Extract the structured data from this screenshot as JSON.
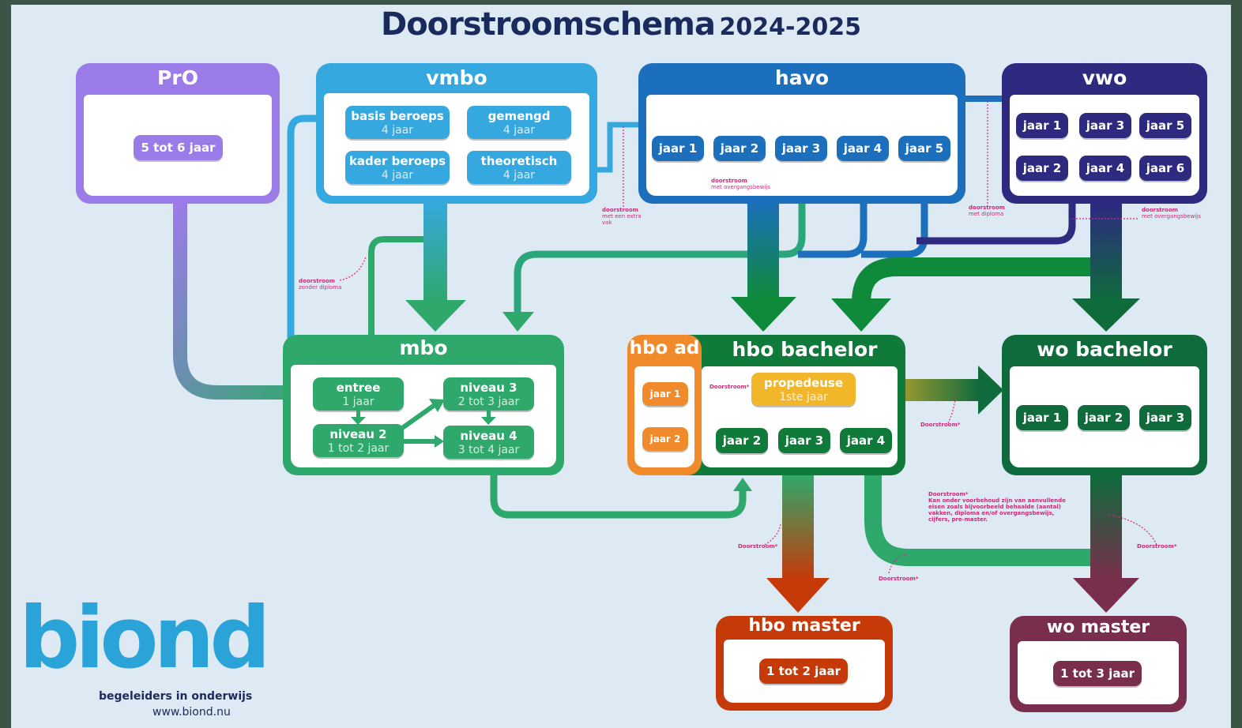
{
  "title": {
    "main": "Doorstroomschema",
    "year": "2024-2025"
  },
  "colors": {
    "pro": "#9b7be8",
    "vmbo": "#36a8e0",
    "havo": "#1b6fbd",
    "vwo": "#2d2a80",
    "mbo": "#2fa86b",
    "hbo_bachelor": "#0f7a3a",
    "hbo_ad": "#f08a2a",
    "wo_bachelor": "#0f6b3c",
    "hbo_master": "#c63a0a",
    "wo_master": "#7a2e4d",
    "propedeuse": "#f2b62a",
    "note": "#d6267a"
  },
  "pro": {
    "label": "PrO",
    "duration": "5 tot 6 jaar"
  },
  "vmbo": {
    "label": "vmbo",
    "tracks": [
      {
        "name": "basis beroeps",
        "years": "4 jaar"
      },
      {
        "name": "gemengd",
        "years": "4 jaar"
      },
      {
        "name": "kader beroeps",
        "years": "4 jaar"
      },
      {
        "name": "theoretisch",
        "years": "4 jaar"
      }
    ]
  },
  "havo": {
    "label": "havo",
    "years": [
      "jaar 1",
      "jaar 2",
      "jaar 3",
      "jaar 4",
      "jaar 5"
    ]
  },
  "vwo": {
    "label": "vwo",
    "years": [
      "jaar 1",
      "jaar 3",
      "jaar 5",
      "jaar 2",
      "jaar 4",
      "jaar 6"
    ]
  },
  "mbo": {
    "label": "mbo",
    "levels": [
      {
        "name": "entree",
        "years": "1 jaar"
      },
      {
        "name": "niveau 3",
        "years": "2 tot 3 jaar"
      },
      {
        "name": "niveau 2",
        "years": "1 tot 2 jaar"
      },
      {
        "name": "niveau 4",
        "years": "3 tot 4 jaar"
      }
    ]
  },
  "hbo_ad": {
    "label": "hbo ad",
    "years": [
      "jaar 1",
      "jaar 2"
    ]
  },
  "hbo_bachelor": {
    "label": "hbo bachelor",
    "propedeuse": {
      "name": "propedeuse",
      "years": "1ste jaar"
    },
    "years": [
      "jaar 2",
      "jaar 3",
      "jaar 4"
    ]
  },
  "wo_bachelor": {
    "label": "wo bachelor",
    "years": [
      "jaar 1",
      "jaar 2",
      "jaar 3"
    ]
  },
  "hbo_master": {
    "label": "hbo master",
    "duration": "1 tot 2 jaar"
  },
  "wo_master": {
    "label": "wo master",
    "duration": "1 tot 3 jaar"
  },
  "notes": {
    "zonder_diploma": {
      "title": "doorstroom",
      "text": "zonder diploma"
    },
    "extra_vak": {
      "title": "doorstroom",
      "text": "met een extra vak"
    },
    "havo_overgang": {
      "title": "doorstroom",
      "text": "met overgangsbewijs"
    },
    "met_diploma": {
      "title": "doorstroom",
      "text": "met diploma"
    },
    "vwo_overgang": {
      "title": "doorstroom",
      "text": "met overgangsbewijs"
    },
    "ad_doorstroom": "Doorstroom*",
    "hbo_wo": "Doorstroom*",
    "hbo_master": "Doorstroom*",
    "hbo_wo_master": "Doorstroom*",
    "wo_master": "Doorstroom*",
    "footnote": {
      "title": "Doorstroom*",
      "text": "Kan onder voorbehoud zijn van aanvullende eisen zoals bijvoorbeeld behaalde (aantal) vakken, diploma en/of overgangsbewijs, cijfers, pre-master."
    }
  },
  "footer": {
    "tagline": "begeleiders in onderwijs",
    "url": "www.biond.nu",
    "logo": "biond"
  }
}
